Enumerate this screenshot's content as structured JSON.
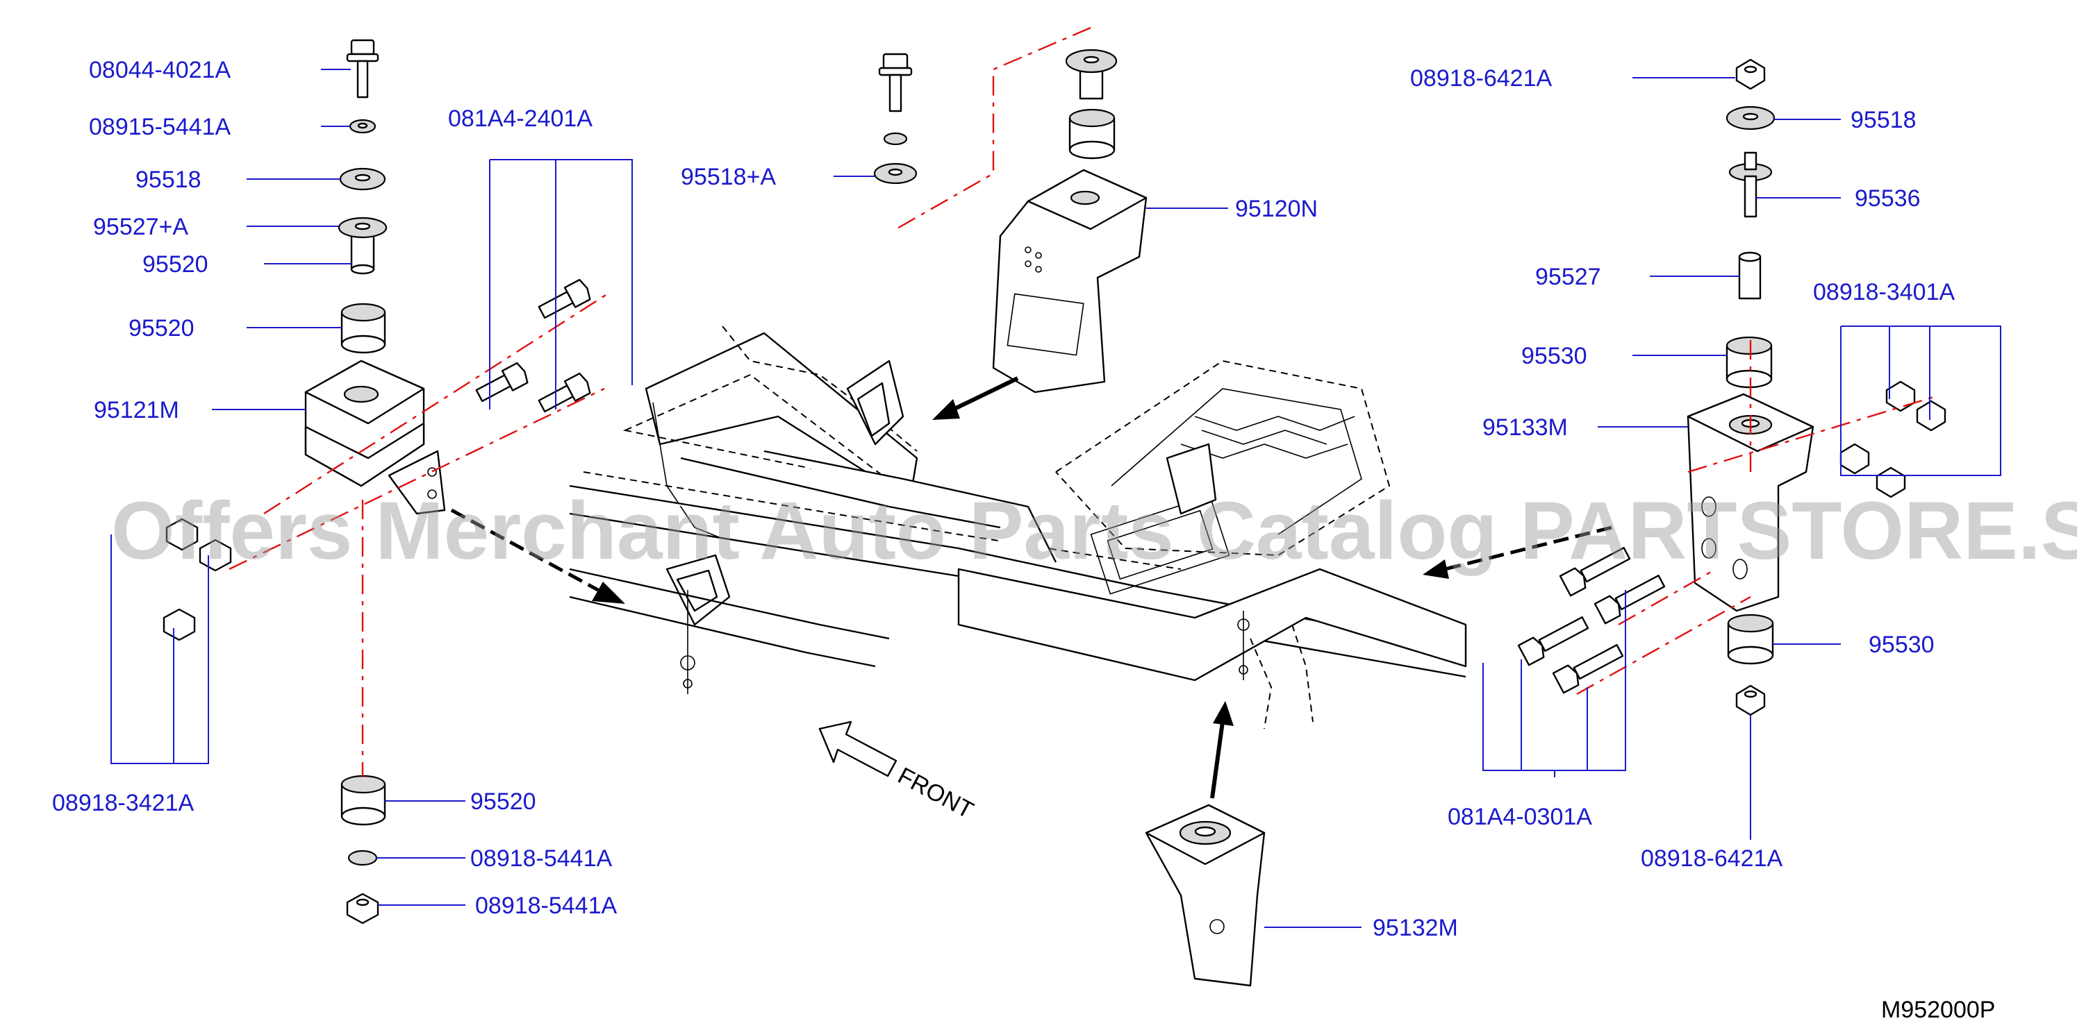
{
  "diagram": {
    "code": "M952000P",
    "front_label": "FRONT",
    "watermark": "Offers Merchant Auto Parts Catalog PARTSTORE.SA",
    "labels": {
      "l1": "08044-4021A",
      "l2": "08915-5441A",
      "l3": "95518",
      "l4": "95527+A",
      "l5": "95520",
      "l6": "95520",
      "l7": "95121M",
      "l8": "081A4-2401A",
      "l9": "08918-3421A",
      "l10": "95520",
      "l11": "08918-5441A",
      "l12": "08918-5441A",
      "l13": "95518+A",
      "l14": "95120N",
      "l15": "95132M",
      "l16": "08918-6421A",
      "l17": "95518",
      "l18": "95536",
      "l19": "95527",
      "l20": "08918-3401A",
      "l21": "95530",
      "l22": "95133M",
      "l23": "95530",
      "l24": "081A4-0301A",
      "l25": "08918-6421A"
    }
  }
}
